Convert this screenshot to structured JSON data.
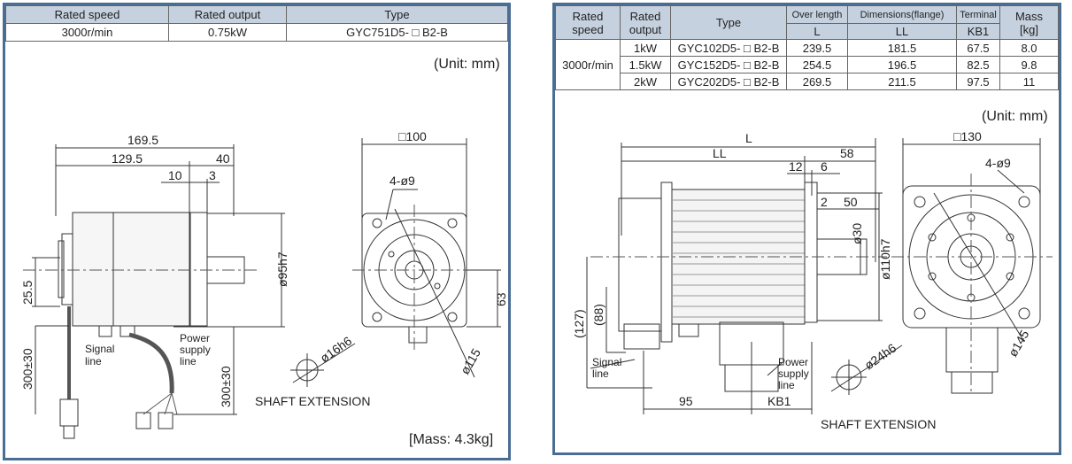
{
  "left": {
    "table": {
      "headers": [
        "Rated speed",
        "Rated output",
        "Type"
      ],
      "row": [
        "3000r/min",
        "0.75kW",
        "GYC751D5- □ B2-B"
      ]
    },
    "unit_note": "(Unit: mm)",
    "mass_note": "[Mass: 4.3kg]",
    "dims": {
      "d169": "169.5",
      "d129": "129.5",
      "d40": "40",
      "d10": "10",
      "d3": "3",
      "d25": "25.5",
      "d300a": "300±30",
      "d300b": "300±30",
      "d95": "ø95h7",
      "d100": "□100",
      "d4ø9": "4-ø9",
      "d63": "63",
      "d115": "ø115",
      "d16": "ø16h6"
    },
    "labels": {
      "signal_1": "Signal",
      "signal_2": "line",
      "power_1": "Power",
      "power_2": "supply",
      "power_3": "line",
      "shaft": "SHAFT EXTENSION"
    }
  },
  "right": {
    "table": {
      "h_speed_1": "Rated",
      "h_speed_2": "speed",
      "h_output_1": "Rated",
      "h_output_2": "output",
      "h_type": "Type",
      "h_over": "Over length",
      "h_over_sub": "L",
      "h_dim": "Dimensions(flange)",
      "h_dim_sub": "LL",
      "h_term": "Terminal",
      "h_term_sub": "KB1",
      "h_mass_1": "Mass",
      "h_mass_2": "[kg]",
      "speed": "3000r/min",
      "rows": [
        {
          "output": "1kW",
          "type": "GYC102D5- □ B2-B",
          "l": "239.5",
          "ll": "181.5",
          "kb1": "67.5",
          "mass": "8.0"
        },
        {
          "output": "1.5kW",
          "type": "GYC152D5- □ B2-B",
          "l": "254.5",
          "ll": "196.5",
          "kb1": "82.5",
          "mass": "9.8"
        },
        {
          "output": "2kW",
          "type": "GYC202D5- □ B2-B",
          "l": "269.5",
          "ll": "211.5",
          "kb1": "97.5",
          "mass": "11"
        }
      ]
    },
    "unit_note": "(Unit: mm)",
    "dims": {
      "dL": "L",
      "dLL": "LL",
      "d58": "58",
      "d12": "12",
      "d6": "6",
      "d2": "2",
      "d50": "50",
      "d30": "ø30",
      "d110": "ø110h7",
      "d127": "(127)",
      "d88": "(88)",
      "d95": "95",
      "dKB1": "KB1",
      "d130": "□130",
      "d4ø9": "4-ø9",
      "d145": "ø145",
      "d24": "ø24h6"
    },
    "labels": {
      "signal_1": "Signal",
      "signal_2": "line",
      "power_1": "Power",
      "power_2": "supply",
      "power_3": "line",
      "shaft": "SHAFT EXTENSION"
    }
  }
}
